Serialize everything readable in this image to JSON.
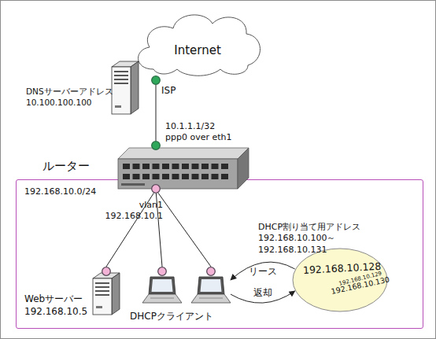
{
  "diagram": {
    "nodes": [
      {
        "text": [
          "Internet"
        ]
      },
      {
        "text": [
          "DNSサーバーアドレス 10.100.100.100"
        ]
      },
      {
        "text": [
          "ISP"
        ]
      },
      {
        "text": [
          "192.168.10.0/24"
        ]
      },
      {
        "text": [
          "ルーター"
        ]
      },
      {
        "text": [
          "10.1.1.1/32 ppp0 over eth1"
        ],
        "in": 4
      },
      {
        "text": [
          "vlan1 192.168.10.1"
        ],
        "in": 4
      },
      {
        "text": [
          "Webサーバー 192.168.10.5"
        ],
        "in": 3
      },
      {
        "text": [
          "DHCPクライアント"
        ],
        "in": 3
      },
      {
        "text": [],
        "in": 3
      },
      {
        "text": [
          "DHCP割り当て用アドレス 192.168.10.100～192.168.10.131",
          "192.168.10.128",
          "192.168.10.129",
          "192.168.10.130"
        ],
        "in": 3
      }
    ],
    "edges": [
      {
        "from": 2,
        "to": 5,
        "arrow": "none"
      },
      {
        "from": 6,
        "to": 7,
        "arrow": "none"
      },
      {
        "from": 6,
        "to": 8,
        "arrow": "none"
      },
      {
        "from": 6,
        "to": 9,
        "arrow": "none"
      },
      {
        "from": 10,
        "to": 9,
        "label": "リース",
        "arrow": "to"
      },
      {
        "from": 9,
        "to": 10,
        "label": "返却",
        "arrow": "to"
      }
    ]
  }
}
